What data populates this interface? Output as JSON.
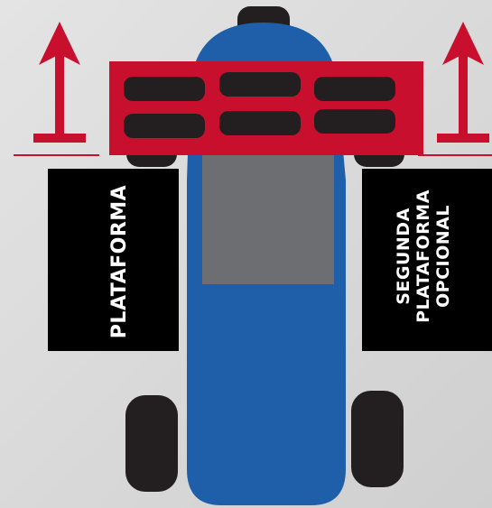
{
  "labels": {
    "left_platform": "PLATAFORMA",
    "right_platform_lines": [
      "SEGUNDA",
      "PLATAFORMA",
      "OPCIONAL"
    ]
  },
  "colors": {
    "vehicle_body": "#1f5fa9",
    "seat_area": "#6d6e71",
    "lift_frame": "#c8102e",
    "arrow": "#c8102e",
    "wheels": "#231f20",
    "platform_boxes": "#000000",
    "platform_text": "#ffffff",
    "background": "#dcdcdc"
  },
  "icons": {
    "left_arrow": "up-arrow-icon",
    "right_arrow": "up-arrow-icon"
  }
}
